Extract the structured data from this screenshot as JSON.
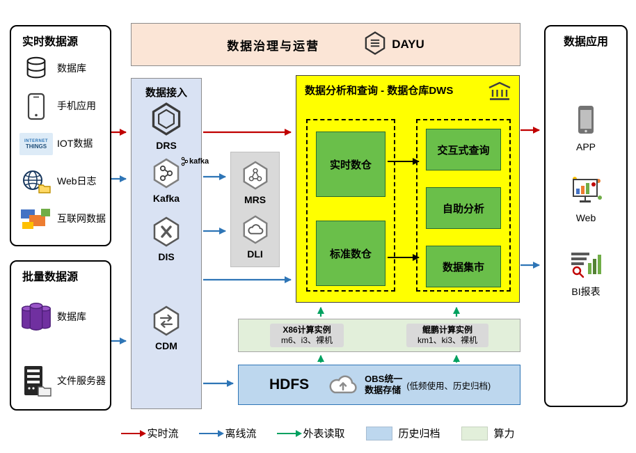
{
  "governance": {
    "title": "数据治理与运营",
    "logo_text": "DAYU"
  },
  "realtime_sources": {
    "title": "实时数据源",
    "items": [
      {
        "label": "数据库",
        "icon": "database-icon"
      },
      {
        "label": "手机应用",
        "icon": "phone-icon"
      },
      {
        "label": "IOT数据",
        "icon": "iot-icon",
        "icon_words": [
          "INTERNET",
          "THINGS"
        ]
      },
      {
        "label": "Web日志",
        "icon": "web-log-icon"
      },
      {
        "label": "互联网数据",
        "icon": "internet-data-icon"
      }
    ]
  },
  "batch_sources": {
    "title": "批量数据源",
    "items": [
      {
        "label": "数据库",
        "icon": "database-stack-icon"
      },
      {
        "label": "文件服务器",
        "icon": "file-server-icon"
      }
    ]
  },
  "ingestion": {
    "title": "数据接入",
    "kafka_wordmark": "kafka",
    "services": [
      {
        "label": "DRS"
      },
      {
        "label": "Kafka"
      },
      {
        "label": "DIS"
      },
      {
        "label": "CDM"
      }
    ]
  },
  "processing": {
    "services": [
      {
        "label": "MRS"
      },
      {
        "label": "DLI"
      }
    ]
  },
  "dws": {
    "title": "数据分析和查询 - 数据仓库DWS",
    "warehouses": [
      {
        "label": "实时数仓"
      },
      {
        "label": "标准数仓"
      }
    ],
    "analytics": [
      {
        "label": "交互式查询"
      },
      {
        "label": "自助分析"
      },
      {
        "label": "数据集市"
      }
    ]
  },
  "compute": {
    "instances": [
      {
        "title": "X86计算实例",
        "spec": "m6、i3、裸机"
      },
      {
        "title": "鲲鹏计算实例",
        "spec": "km1、ki3、裸机"
      }
    ]
  },
  "storage": {
    "hdfs_label": "HDFS",
    "obs_line1": "OBS统一",
    "obs_line2": "数据存储",
    "obs_note": "(低频使用、历史归档)"
  },
  "applications": {
    "title": "数据应用",
    "items": [
      {
        "label": "APP"
      },
      {
        "label": "Web"
      },
      {
        "label": "BI报表"
      }
    ]
  },
  "legend": {
    "items": [
      {
        "label": "实时流",
        "type": "arrow",
        "color": "#c00000"
      },
      {
        "label": "离线流",
        "type": "arrow",
        "color": "#2e75b6"
      },
      {
        "label": "外表读取",
        "type": "arrow",
        "color": "#00a160"
      },
      {
        "label": "历史归档",
        "type": "swatch",
        "color": "#bdd7ee"
      },
      {
        "label": "算力",
        "type": "swatch",
        "color": "#e2efda"
      }
    ]
  }
}
